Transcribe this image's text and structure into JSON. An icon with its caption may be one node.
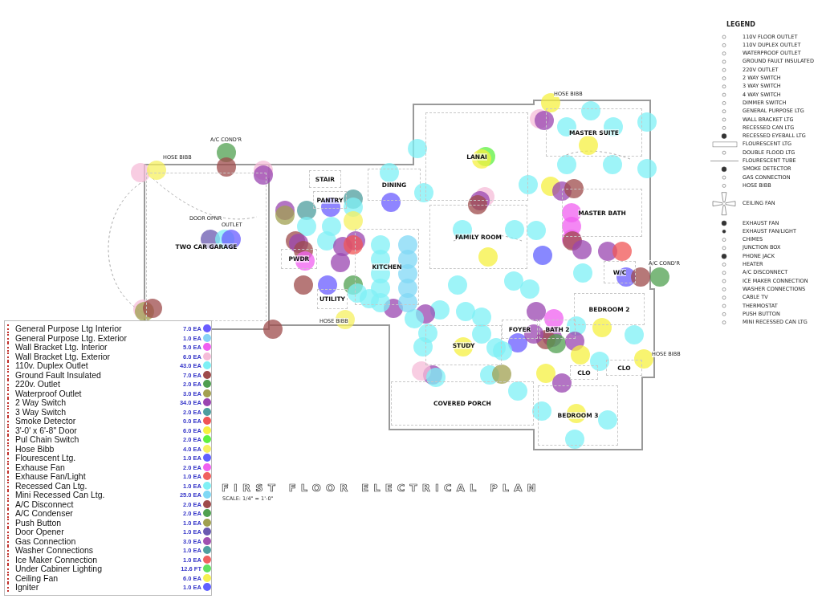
{
  "diagram": {
    "title": "FIRST FLOOR ELECTRICAL PLAN",
    "nodes": [
      {
        "text": [
          "TWO CAR GARAGE"
        ]
      },
      {
        "text": [
          "STAIR"
        ]
      },
      {
        "text": [
          "PANTRY"
        ]
      },
      {
        "text": [
          "DINING"
        ]
      },
      {
        "text": [
          "PWDR"
        ]
      },
      {
        "text": [
          "UTILITY"
        ]
      },
      {
        "text": [
          "KITCHEN"
        ]
      },
      {
        "text": [
          "LANAI"
        ]
      },
      {
        "text": [
          "FAMILY ROOM"
        ]
      },
      {
        "text": [
          "MASTER SUITE"
        ]
      },
      {
        "text": [
          "MASTER BATH"
        ]
      },
      {
        "text": [
          "W/C"
        ]
      },
      {
        "text": [
          "BEDROOM 2"
        ]
      },
      {
        "text": [
          "BATH 2"
        ]
      },
      {
        "text": [
          "FOYER"
        ]
      },
      {
        "text": [
          "STUDY"
        ]
      },
      {
        "text": [
          "CLO"
        ]
      },
      {
        "text": [
          "CLO"
        ]
      },
      {
        "text": [
          "COVERED PORCH"
        ]
      },
      {
        "text": [
          "BEDROOM 3"
        ]
      }
    ],
    "edges": [],
    "labels": [
      "A/C COND'R",
      "HOSE BIBB",
      "DOOR OPNR",
      "OUTLET",
      "HOSE BIBB",
      "HOSE BIBB",
      "A/C COND'R",
      "HOSE BIBB",
      "SCALE: 1/4\" = 1'-0\"",
      "7.0 EA",
      "1.0 EA",
      "5.0 EA",
      "6.0 EA",
      "43.0 EA",
      "7.0 EA",
      "2.0 EA",
      "3.0 EA",
      "34.0 EA",
      "2.0 EA",
      "0.0 EA",
      "6.0 EA",
      "2.0 EA",
      "4.0 EA",
      "1.0 EA",
      "2.0 EA",
      "1.0 EA",
      "1.0 EA",
      "25.0 EA",
      "2.0 EA",
      "2.0 EA",
      "1.0 EA",
      "1.0 EA",
      "3.0 EA",
      "1.0 EA",
      "1.0 EA",
      "12.6 FT",
      "6.0 EA",
      "1.0 EA"
    ],
    "legend": [
      {
        "text": "LEGEND"
      },
      {
        "text": "110V FLOOR OUTLET"
      },
      {
        "text": "110V DUPLEX OUTLET"
      },
      {
        "text": "WATERPROOF OUTLET"
      },
      {
        "text": "GROUND FAULT INSULATED"
      },
      {
        "text": "220V OUTLET"
      },
      {
        "text": "2 WAY SWITCH"
      },
      {
        "text": "3 WAY SWITCH"
      },
      {
        "text": "4 WAY SWITCH"
      },
      {
        "text": "DIMMER SWITCH"
      },
      {
        "text": "GENERAL PURPOSE LTG"
      },
      {
        "text": "WALL BRACKET LTG"
      },
      {
        "text": "RECESSED CAN LTG"
      },
      {
        "text": "RECESSED EYEBALL LTG"
      },
      {
        "text": "FLOURESCENT LTG"
      },
      {
        "text": "DOUBLE FLOOD LTG"
      },
      {
        "text": "FLOURESCENT TUBE"
      },
      {
        "text": "SMOKE DETECTOR"
      },
      {
        "text": "GAS CONNECTION"
      },
      {
        "text": "HOSE BIBB"
      },
      {
        "text": "CEILING FAN"
      },
      {
        "text": "EXHAUST FAN"
      },
      {
        "text": "EXHAUST FAN/LIGHT"
      },
      {
        "text": "CHIMES"
      },
      {
        "text": "JUNCTION BOX"
      },
      {
        "text": "PHONE JACK"
      },
      {
        "text": "HEATER"
      },
      {
        "text": "A/C DISCONNECT"
      },
      {
        "text": "ICE MAKER CONNECTION"
      },
      {
        "text": "WASHER CONNECTIONS"
      },
      {
        "text": "CABLE TV"
      },
      {
        "text": "THERMOSTAT"
      },
      {
        "text": "PUSH BUTTON"
      },
      {
        "text": "MINI RECESSED CAN LTG"
      },
      {
        "text": "General Purpose Ltg Interior",
        "color": "#6a5cff"
      },
      {
        "text": "General Purpose Ltg. Exterior",
        "color": "#87d3f5"
      },
      {
        "text": "Wall Bracket Ltg. Interior",
        "color": "#f060f0"
      },
      {
        "text": "Wall Bracket Ltg. Exterior",
        "color": "#f5bcd8"
      },
      {
        "text": "110v. Duplex Outlet",
        "color": "#7ef0f5"
      },
      {
        "text": "Ground Fault Insulated",
        "color": "#9e4b4b"
      },
      {
        "text": "220v. Outlet",
        "color": "#4f9e4f"
      },
      {
        "text": "Waterproof Outlet",
        "color": "#a3a050"
      },
      {
        "text": "2 Way Switch",
        "color": "#9a45b0"
      },
      {
        "text": "3 Way Switch",
        "color": "#4e9e9e"
      },
      {
        "text": "Smoke Detector",
        "color": "#f05555"
      },
      {
        "text": "3'-0' x 6'-8\" Door",
        "color": "#f5f040"
      },
      {
        "text": "Pul Chain Switch",
        "color": "#5ef040"
      },
      {
        "text": "Hose Bibb",
        "color": "#f5f060"
      },
      {
        "text": "Flourescent Ltg.",
        "color": "#6060ff"
      },
      {
        "text": "Exhause Fan",
        "color": "#f060f0"
      },
      {
        "text": "Exhause Fan/Light",
        "color": "#f06060"
      },
      {
        "text": "Recessed Can Ltg.",
        "color": "#80f0f5"
      },
      {
        "text": "Mini Recessed Can Ltg.",
        "color": "#80d8f5"
      },
      {
        "text": "A/C Disconnect",
        "color": "#9e4b4b"
      },
      {
        "text": "A/C Condenser",
        "color": "#50a050"
      },
      {
        "text": "Push Button",
        "color": "#a0a050"
      },
      {
        "text": "Door Opener",
        "color": "#6a5ab0"
      },
      {
        "text": "Gas Connection",
        "color": "#a050b0"
      },
      {
        "text": "Washer Connections",
        "color": "#50a0a0"
      },
      {
        "text": "Ice Maker Connection",
        "color": "#f06060"
      },
      {
        "text": "Under Cabiner Lighting",
        "color": "#60e060"
      },
      {
        "text": "Ceiling Fan",
        "color": "#f5f050"
      },
      {
        "text": "Igniter",
        "color": "#6060ff"
      }
    ]
  }
}
